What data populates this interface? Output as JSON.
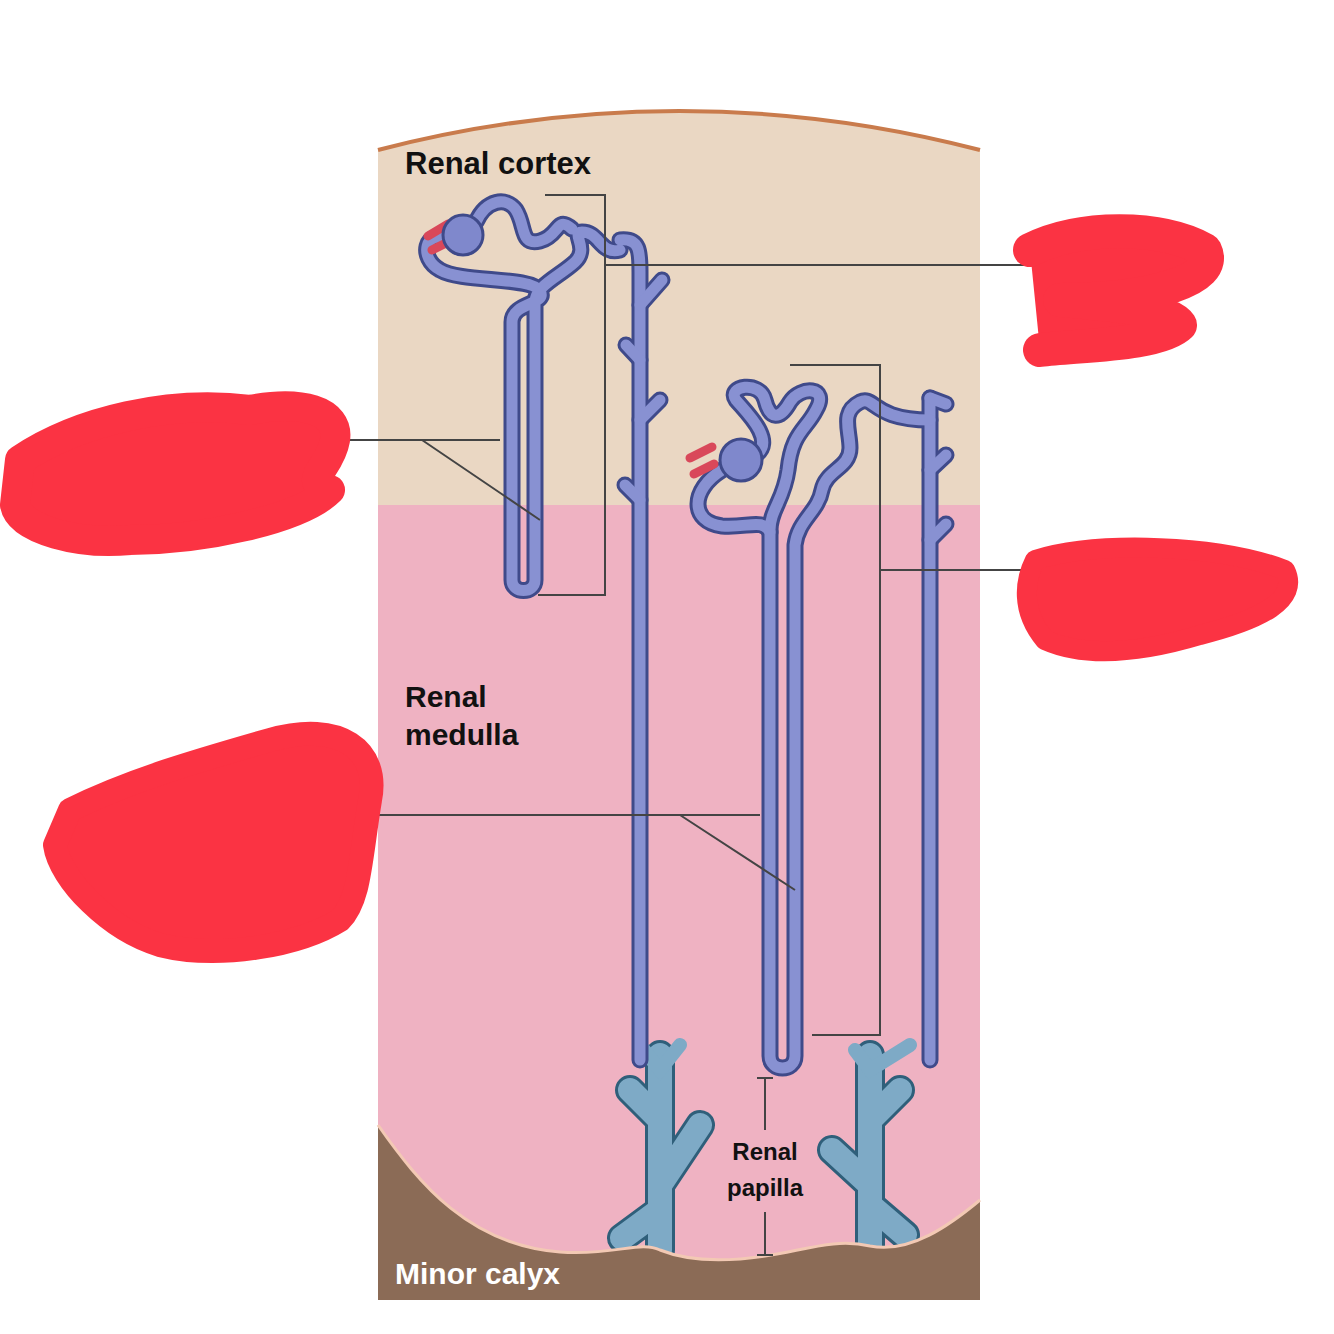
{
  "diagram": {
    "labels": [
      "Renal cortex",
      "Renal medulla",
      "Renal papilla",
      "Minor calyx"
    ]
  }
}
